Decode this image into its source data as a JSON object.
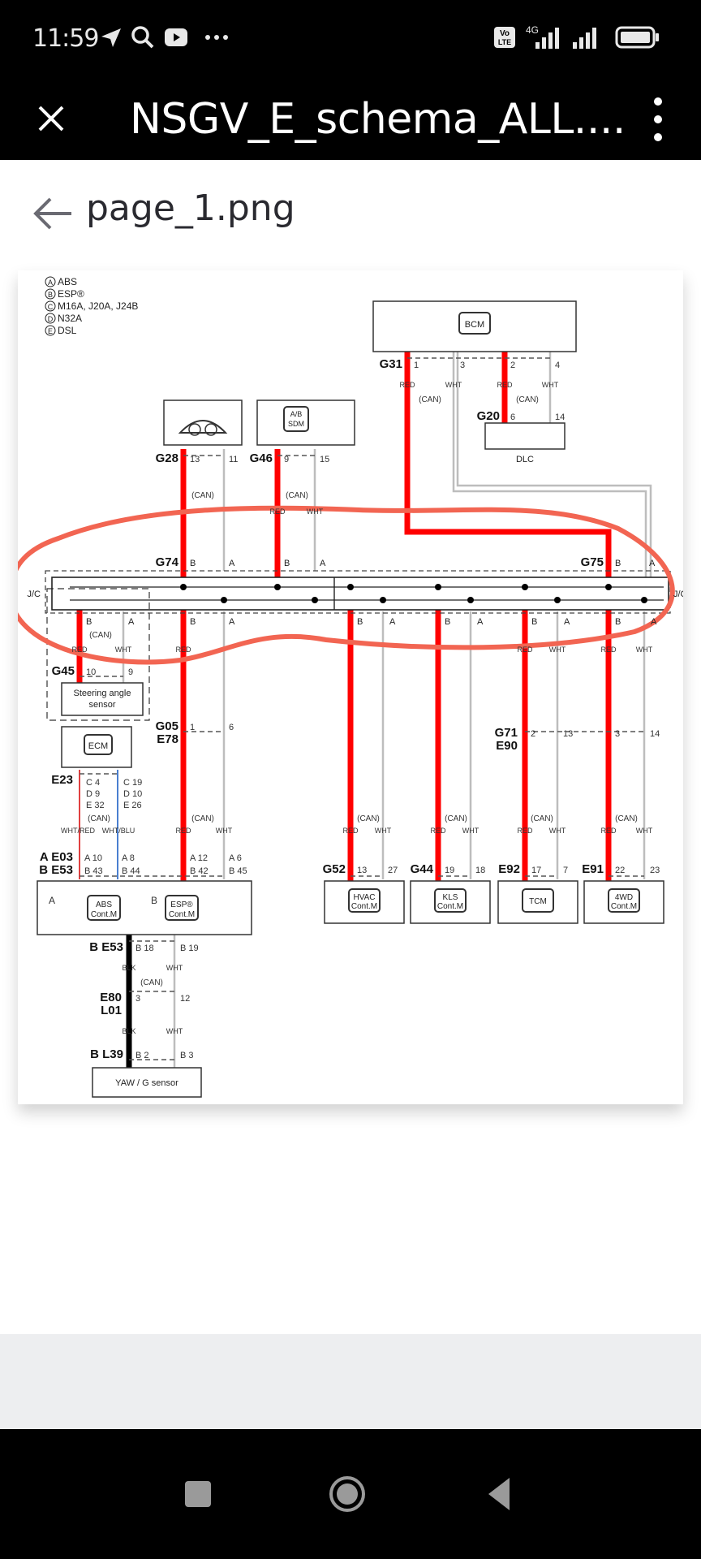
{
  "status_bar": {
    "time": "11:59",
    "icons": [
      "telegram-icon",
      "search-icon",
      "youtube-icon",
      "more-dots-icon"
    ],
    "right_icons": [
      "volte-icon",
      "signal-4g-icon",
      "signal-icon",
      "battery-icon"
    ],
    "volte_label": "Vo LTE",
    "network_label": "4G"
  },
  "app_bar": {
    "close_icon": "close-icon",
    "title": "NSGV_E_schema_ALL....",
    "menu_icon": "more-vert-icon"
  },
  "page": {
    "back_icon": "arrow-left-icon",
    "file_name": "page_1.png"
  },
  "diagram": {
    "legend": [
      {
        "badge": "A",
        "text": "ABS"
      },
      {
        "badge": "B",
        "text": "ESP®"
      },
      {
        "badge": "C",
        "text": "M16A, J20A, J24B"
      },
      {
        "badge": "D",
        "text": "N32A"
      },
      {
        "badge": "E",
        "text": "DSL"
      }
    ],
    "modules": {
      "bcm": "BCM",
      "dlc": "DLC",
      "sdm_line1": "A/B",
      "sdm_line2": "SDM",
      "steering_line1": "Steering angle",
      "steering_line2": "sensor",
      "ecm": "ECM",
      "abs_line1": "ABS",
      "abs_line2": "Cont.M",
      "esp_line1": "ESP®",
      "esp_line2": "Cont.M",
      "hvac_line1": "HVAC",
      "hvac_line2": "Cont.M",
      "kls_line1": "KLS",
      "kls_line2": "Cont.M",
      "tcm": "TCM",
      "awd_line1": "4WD",
      "awd_line2": "Cont.M",
      "yaw": "YAW / G sensor"
    },
    "connectors": {
      "g31": "G31",
      "g31_p1": "1",
      "g31_p3": "3",
      "g31_p2": "2",
      "g31_p4": "4",
      "g20": "G20",
      "g20_p6": "6",
      "g20_p14": "14",
      "g28": "G28",
      "g28_p13": "13",
      "g28_p11": "11",
      "g46": "G46",
      "g46_p9": "9",
      "g46_p15": "15",
      "g74": "G74",
      "g75": "G75",
      "jc": "J/C",
      "g45": "G45",
      "g45_p10": "10",
      "g45_p9": "9",
      "g05": "G05",
      "e78": "E78",
      "g05_p1": "1",
      "g05_p6": "6",
      "e23": "E23",
      "e23_c1": "C 4",
      "e23_d1": "D 9",
      "e23_e1": "E 32",
      "e23_c2": "C 19",
      "e23_d2": "D 10",
      "e23_e2": "E 26",
      "e03": "A E03",
      "e53": "B E53",
      "e03_a1": "A 10",
      "e53_b1": "B 43",
      "e03_a2": "A 8",
      "e53_b2": "B 44",
      "e03_a3": "A 12",
      "e53_b3": "B 42",
      "e03_a4": "A 6",
      "e53_b4": "B 45",
      "abs_badge": "A",
      "esp_badge": "B",
      "g71": "G71",
      "e90": "E90",
      "g71_p2": "2",
      "g71_p13": "13",
      "g71_p3": "3",
      "g71_p14": "14",
      "g52": "G52",
      "g52_p13": "13",
      "g52_p27": "27",
      "g44": "G44",
      "g44_p19": "19",
      "g44_p18": "18",
      "e92": "E92",
      "e92_p17": "17",
      "e92_p7": "7",
      "e91": "E91",
      "e91_p22": "22",
      "e91_p23": "23",
      "e53b": "B E53",
      "e53b_p18": "B 18",
      "e53b_p19": "B 19",
      "e80": "E80",
      "l01": "L01",
      "e80_p3": "3",
      "e80_p12": "12",
      "l39": "B L39",
      "l39_p2": "B 2",
      "l39_p3": "B 3"
    },
    "pins": {
      "b": "B",
      "a": "A"
    },
    "wire_labels": {
      "can": "(CAN)",
      "red": "RED",
      "wht": "WHT",
      "blk": "BLK",
      "wht_red": "WHT/RED",
      "wht_blu": "WHT/BLU"
    },
    "colors": {
      "can_high": "#ff0000",
      "can_low": "#bfbfbf",
      "blk": "#000000",
      "annotation": "#f26552",
      "wht_red": "#e04040",
      "wht_blu": "#4a7fd0"
    }
  },
  "nav": {
    "recents_icon": "recents-square-icon",
    "home_icon": "home-circle-icon",
    "back_icon": "back-triangle-icon"
  }
}
